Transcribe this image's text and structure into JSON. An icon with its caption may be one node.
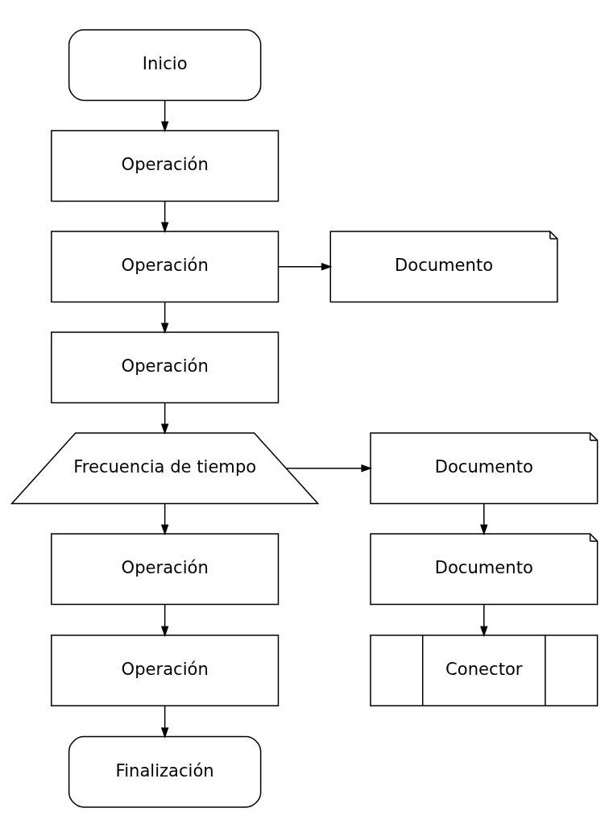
{
  "diagram": {
    "nodes": [
      {
        "text": [
          "Inicio"
        ]
      },
      {
        "text": [
          "Operación"
        ]
      },
      {
        "text": [
          "Operación"
        ]
      },
      {
        "text": [
          "Documento"
        ]
      },
      {
        "text": [
          "Operación"
        ]
      },
      {
        "text": [
          "Frecuencia de tiempo"
        ]
      },
      {
        "text": [
          "Documento"
        ]
      },
      {
        "text": [
          "Operación"
        ]
      },
      {
        "text": [
          "Documento"
        ]
      },
      {
        "text": [
          "Operación"
        ]
      },
      {
        "text": [
          "Conector"
        ]
      },
      {
        "text": [
          "Finalización"
        ]
      }
    ],
    "edges": [
      {
        "from": 0,
        "to": 1,
        "arrow": "to"
      },
      {
        "from": 1,
        "to": 2,
        "arrow": "to"
      },
      {
        "from": 2,
        "to": 3,
        "arrow": "to"
      },
      {
        "from": 2,
        "to": 4,
        "arrow": "to"
      },
      {
        "from": 4,
        "to": 5,
        "arrow": "to"
      },
      {
        "from": 5,
        "to": 6,
        "arrow": "to"
      },
      {
        "from": 5,
        "to": 7,
        "arrow": "to"
      },
      {
        "from": 6,
        "to": 8,
        "arrow": "to"
      },
      {
        "from": 7,
        "to": 9,
        "arrow": "to"
      },
      {
        "from": 8,
        "to": 10,
        "arrow": "to"
      },
      {
        "from": 9,
        "to": 11,
        "arrow": "to"
      }
    ]
  }
}
